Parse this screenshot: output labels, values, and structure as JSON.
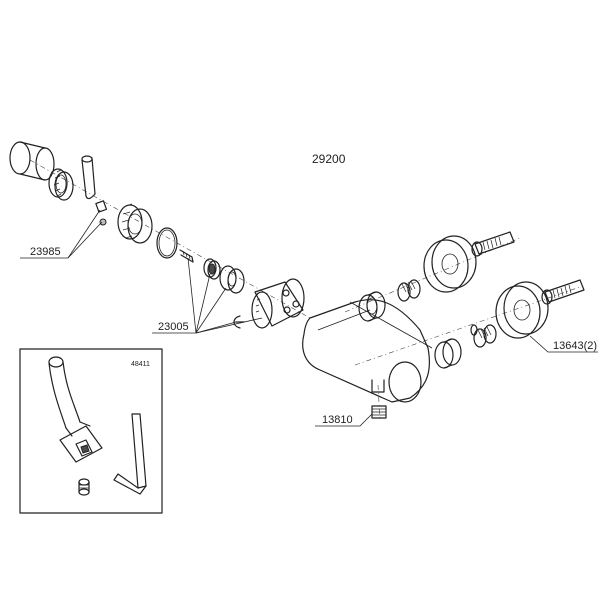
{
  "diagram": {
    "main_part_number": "29200",
    "callouts": {
      "c23985": "23985",
      "c23005": "23005",
      "c13810": "13810",
      "c13643": "13643(2)"
    },
    "inset": {
      "part_number": "48411"
    }
  }
}
